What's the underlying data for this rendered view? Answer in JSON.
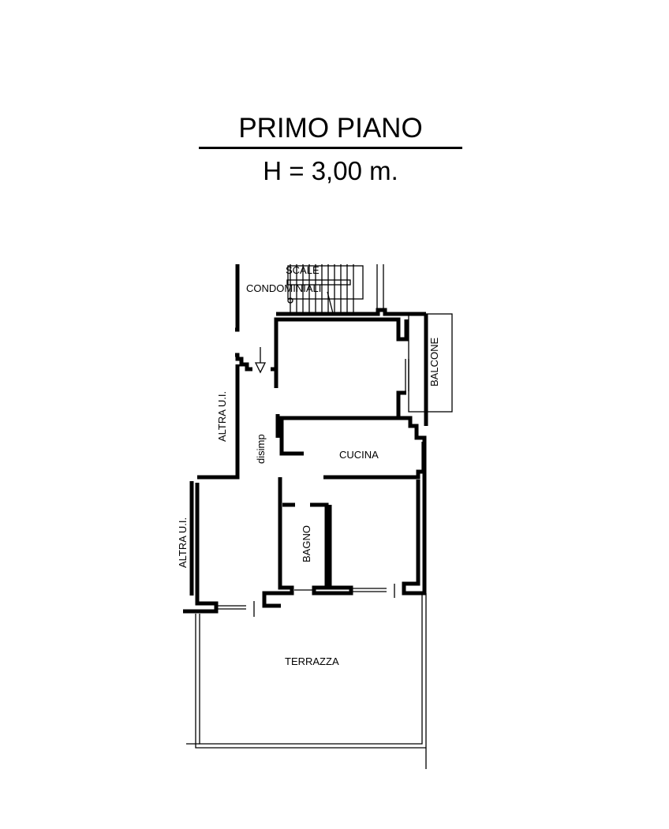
{
  "header": {
    "title": "PRIMO PIANO",
    "height": "H = 3,00 m."
  },
  "rooms": {
    "stairs_1": "SCALE",
    "stairs_2": "CONDOMINIALI",
    "balcony": "BALCONE",
    "other_unit_top": "ALTRA U.I.",
    "other_unit_bottom": "ALTRA U.I.",
    "hall": "disimp",
    "kitchen": "CUCINA",
    "bathroom": "BAGNO",
    "terrace": "TERRAZZA"
  }
}
